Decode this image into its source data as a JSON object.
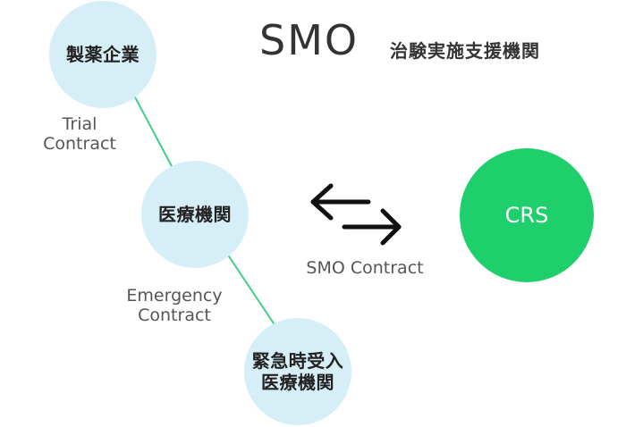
{
  "header": {
    "title": "SMO",
    "subtitle": "治験実施支援機関"
  },
  "nodes": {
    "pharma": "製薬企業",
    "medical_institution": "医療機関",
    "emergency_institution_line1": "緊急時受入",
    "emergency_institution_line2": "医療機関",
    "crs": "CRS"
  },
  "edges": {
    "trial_contract_line1": "Trial",
    "trial_contract_line2": "Contract",
    "emergency_contract_line1": "Emergency",
    "emergency_contract_line2": "Contract",
    "smo_contract": "SMO Contract"
  },
  "colors": {
    "node_light": "#d6eef6",
    "node_green": "#1fcf6b",
    "connector": "#3ecf8e",
    "arrow": "#111111"
  },
  "icons": {
    "exchange_arrows": "bidirectional-arrow-icon"
  }
}
